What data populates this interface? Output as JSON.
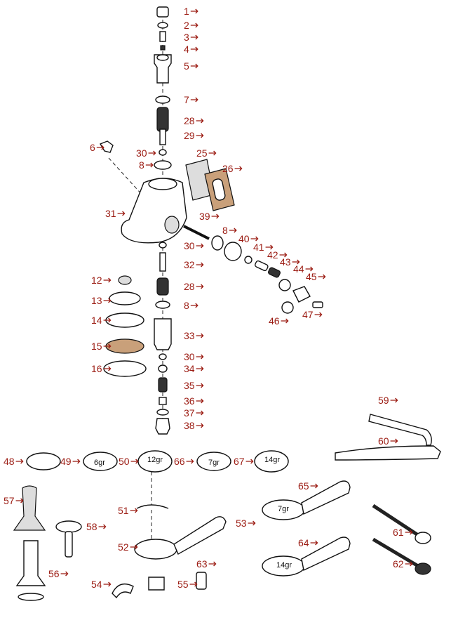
{
  "colors": {
    "label": "#9b1b12",
    "outline": "#111111",
    "gasket": "#c9a07a"
  },
  "part_numbers": [
    "1",
    "2",
    "3",
    "4",
    "5",
    "7",
    "28",
    "29",
    "6",
    "30",
    "8",
    "25",
    "26",
    "31",
    "39",
    "8",
    "40",
    "41",
    "42",
    "43",
    "44",
    "45",
    "46",
    "47",
    "30",
    "32",
    "12",
    "28",
    "13",
    "8",
    "14",
    "33",
    "15",
    "30",
    "16",
    "34",
    "35",
    "36",
    "37",
    "38",
    "59",
    "60",
    "48",
    "49",
    "50",
    "66",
    "67",
    "57",
    "58",
    "51",
    "53",
    "65",
    "52",
    "61",
    "64",
    "62",
    "56",
    "63",
    "54",
    "55"
  ],
  "basket_markings": {
    "b49": "6gr",
    "b50": "12gr",
    "b66": "7gr",
    "b67": "14gr",
    "h65": "7gr",
    "h64": "14gr"
  }
}
